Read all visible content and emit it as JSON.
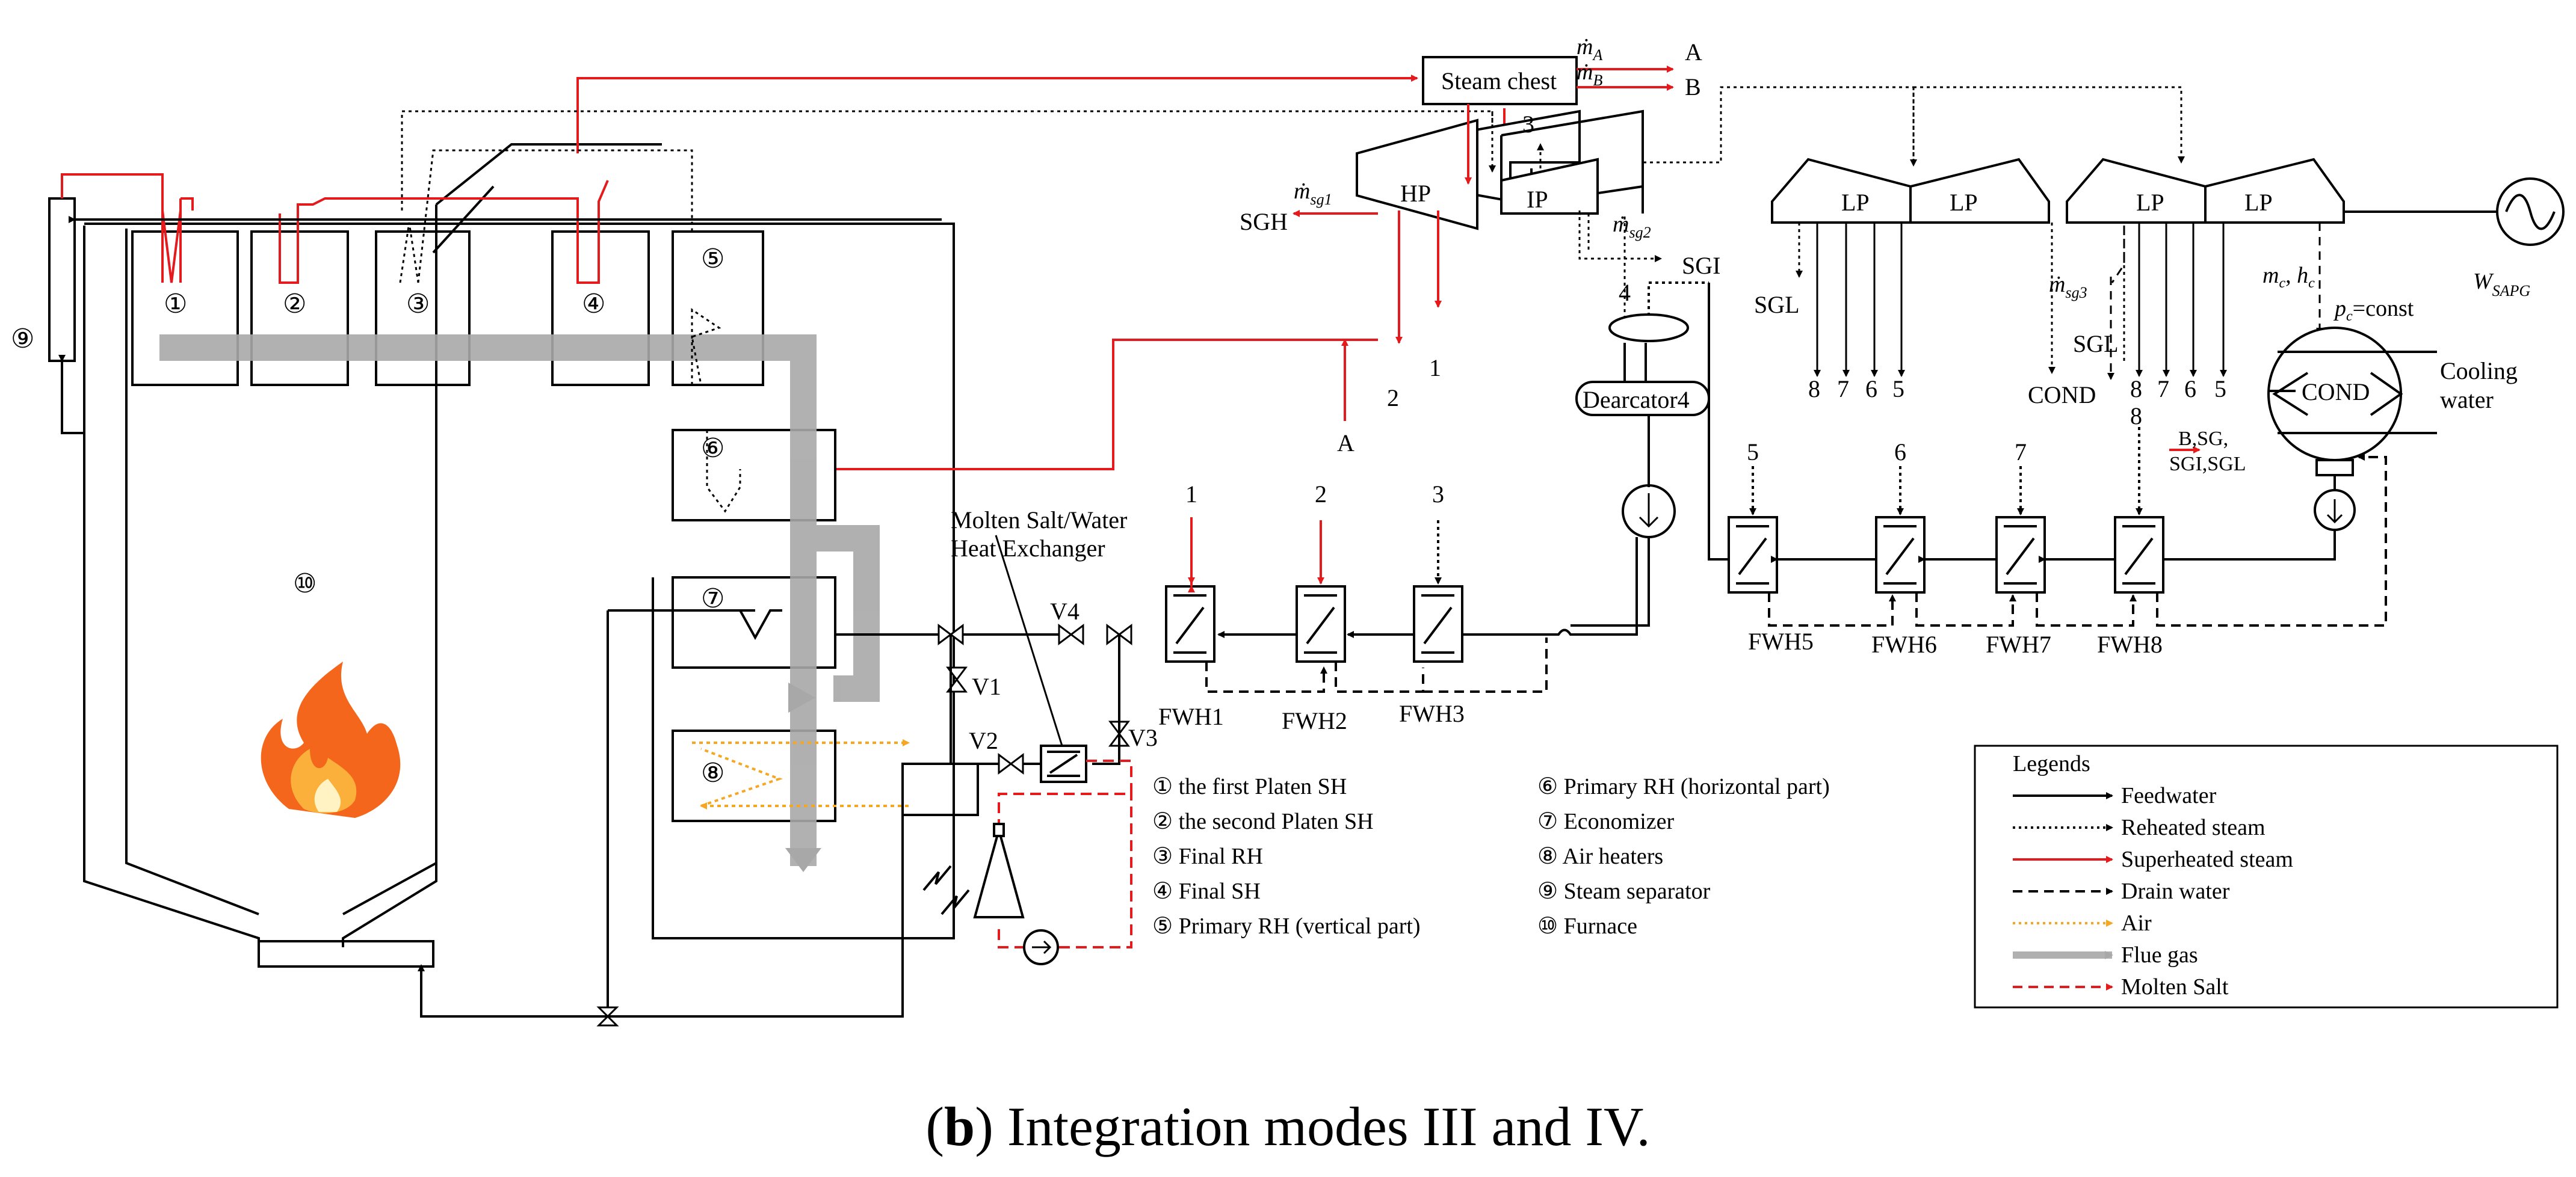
{
  "caption": {
    "letter": "b",
    "text": "Integration modes III and IV."
  },
  "boiler": {
    "circled": [
      "①",
      "②",
      "③",
      "④",
      "⑤",
      "⑥",
      "⑦",
      "⑧",
      "⑨",
      "⑩"
    ]
  },
  "components": {
    "steam_chest": "Steam chest",
    "hp": "HP",
    "ip": "IP",
    "lp": "LP",
    "cond": "COND",
    "deaerator": "Dearcator4",
    "cooling_water_1": "Cooling",
    "cooling_water_2": "water",
    "hx_line1": "Molten Salt/Water",
    "hx_line2": "Heat Exchanger",
    "fwh": [
      "FWH1",
      "FWH2",
      "FWH3",
      "FWH5",
      "FWH6",
      "FWH7",
      "FWH8"
    ],
    "valves": [
      "V1",
      "V2",
      "V3",
      "V4"
    ]
  },
  "flows": {
    "mA": "ṁ",
    "mA_sub": "A",
    "A": "A",
    "mB_sub": "B",
    "B": "B",
    "msg1_sub": "sg1",
    "SGH": "SGH",
    "msg2_sub": "sg2",
    "SGI": "SGI",
    "msg3_sub": "sg3",
    "SGL": "SGL",
    "extraction_3": "3",
    "extraction_4": "4",
    "hp_1": "1",
    "hp_2": "2",
    "lp_left": [
      "8",
      "7",
      "6",
      "5"
    ],
    "lp_right": [
      "8",
      "7",
      "6",
      "5"
    ],
    "cond_label": "COND",
    "mc_hc": "m",
    "mc_sub": "c",
    "hc": "h",
    "hc_sub": "c",
    "pc": "p",
    "pc_sub": "c",
    "pc_const": "=const",
    "W": "W",
    "W_sub": "SAPG",
    "cond_in": "8",
    "cond_in_label1": "B,SG,",
    "cond_in_label2": "SGI,SGL",
    "fwh_in": [
      "1",
      "2",
      "3",
      "5",
      "6",
      "7"
    ]
  },
  "key": [
    "① the first Platen SH",
    "② the second Platen SH",
    "③ Final RH",
    "④ Final SH",
    "⑤ Primary RH (vertical part)",
    "⑥ Primary RH (horizontal part)",
    "⑦ Economizer",
    "⑧ Air heaters",
    "⑨ Steam separator",
    "⑩ Furnace"
  ],
  "legend": {
    "title": "Legends",
    "items": [
      {
        "label": "Feedwater",
        "color": "#000000",
        "style": "solid"
      },
      {
        "label": "Reheated steam",
        "color": "#000000",
        "style": "dotted"
      },
      {
        "label": "Superheated steam",
        "color": "#e41a1c",
        "style": "solid"
      },
      {
        "label": "Drain water",
        "color": "#000000",
        "style": "dashed"
      },
      {
        "label": "Air",
        "color": "#f5a623",
        "style": "dotted"
      },
      {
        "label": "Flue gas",
        "color": "#b0b0b0",
        "style": "thick"
      },
      {
        "label": "Molten Salt",
        "color": "#e41a1c",
        "style": "dashed"
      }
    ]
  }
}
